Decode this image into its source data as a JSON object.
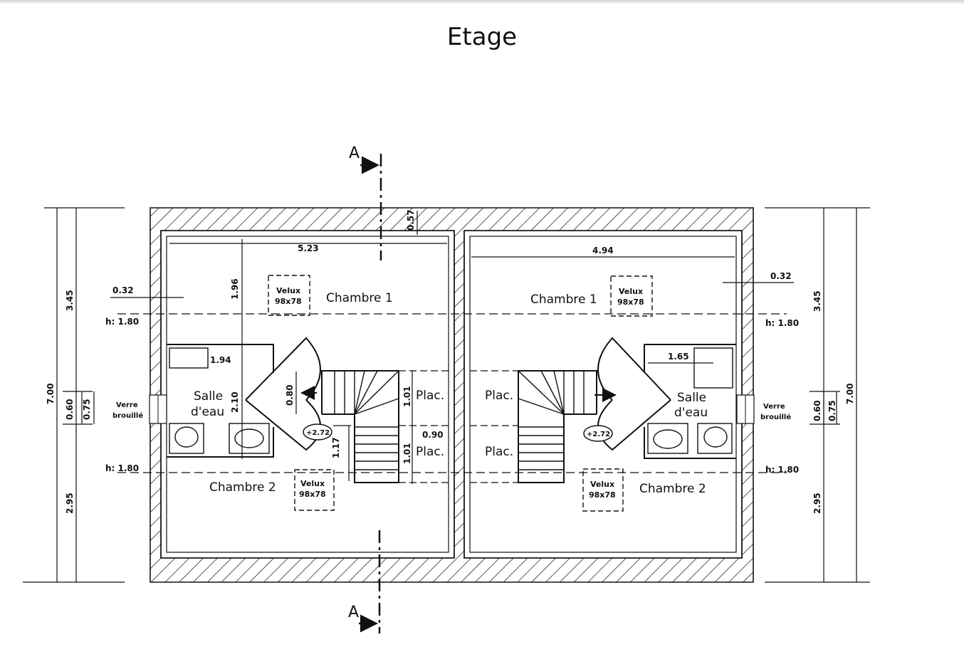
{
  "title": "Etage",
  "section_marker": "A",
  "rooms": {
    "chambre1": "Chambre 1",
    "chambre2": "Chambre 2",
    "salle_line1": "Salle",
    "salle_line2": "d'eau",
    "placard": "Plac."
  },
  "velux": {
    "line1": "Velux",
    "line2": "98x78"
  },
  "window_label": {
    "line1": "Verre",
    "line2": "brouillé"
  },
  "height_label": "h: 1.80",
  "stair_level": "+2.72",
  "dimensions": {
    "total_depth": "7.00",
    "upper_depth": "3.45",
    "lower_depth": "2.95",
    "window_span": "0.60",
    "window_offset": "0.75",
    "wall_offset": "0.32",
    "party_wall": "0.57",
    "left_width": "5.23",
    "right_width": "4.94",
    "left_bath_width": "1.94",
    "right_bath_width": "1.65",
    "upper_room_depth": "1.96",
    "bath_depth": "2.10",
    "landing": "0.80",
    "placard_depth": "1.01",
    "placard_width": "0.90",
    "stair_depth": "1.17"
  },
  "colors": {
    "ink": "#111111",
    "wall_fill": "#ffffff",
    "inner_line": "#8a8a8a"
  }
}
